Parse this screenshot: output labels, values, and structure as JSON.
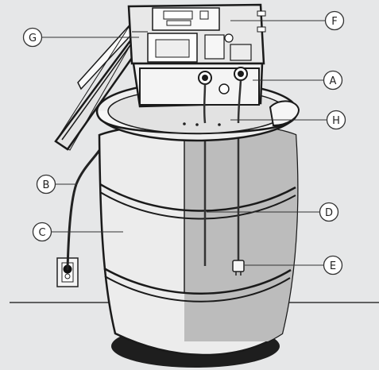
{
  "callouts": [
    {
      "id": "A",
      "letter": "A"
    },
    {
      "id": "B",
      "letter": "B"
    },
    {
      "id": "C",
      "letter": "C"
    },
    {
      "id": "D",
      "letter": "D"
    },
    {
      "id": "E",
      "letter": "E"
    },
    {
      "id": "F",
      "letter": "F"
    },
    {
      "id": "G",
      "letter": "G"
    },
    {
      "id": "H",
      "letter": "H"
    }
  ],
  "colors": {
    "background": "#e6e7e8",
    "barrel_body": "#ececec",
    "barrel_cutaway": "#bcbcbc",
    "outline": "#1a1a1a",
    "floor_shadow": "#1e1e1e"
  }
}
